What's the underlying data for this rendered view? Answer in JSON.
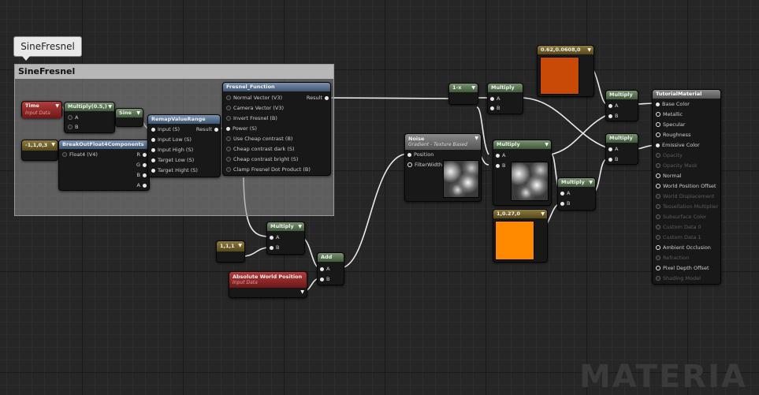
{
  "tooltip": "SineFresnel",
  "comment": {
    "title": "SineFresnel"
  },
  "nodes": {
    "time": {
      "title": "Time",
      "subtitle": "Input Data"
    },
    "multiply05": {
      "title": "Multiply(0.5,)",
      "pins": [
        "A",
        "B"
      ]
    },
    "sine": {
      "title": "Sine"
    },
    "remap": {
      "title": "RemapValueRange",
      "inputs": [
        "Input (S)",
        "Input Low (S)",
        "Input High (S)",
        "Target Low (S)",
        "Target Hight (S)"
      ],
      "output": "Result"
    },
    "const4": {
      "title": "-1,1,0,3"
    },
    "breakout": {
      "title": "BreakOutFloat4Components",
      "input": "Float4 (V4)",
      "outputs": [
        "R",
        "G",
        "B",
        "A"
      ]
    },
    "fresnel": {
      "title": "Fresnel_Function",
      "inputs": [
        "Normal Vector (V3)",
        "Camera Vector (V3)",
        "Invert Fresnel (B)",
        "Power (S)",
        "Use Cheap contrast (B)",
        "Cheap contrast dark (S)",
        "Cheap contrast bright (S)",
        "Clamp Fresnel Dot Product (B)"
      ],
      "output": "Result"
    },
    "oneminus": {
      "title": "1-x"
    },
    "multiply_a": {
      "title": "Multiply",
      "pins": [
        "A",
        "B"
      ]
    },
    "color1": {
      "title": "0.62,0.0608,0",
      "color": "#c84a06"
    },
    "multiply_b": {
      "title": "Multiply",
      "pins": [
        "A",
        "B"
      ]
    },
    "multiply_c": {
      "title": "Multiply",
      "pins": [
        "A",
        "B"
      ]
    },
    "multiply_d": {
      "title": "Multiply",
      "pins": [
        "A",
        "B"
      ]
    },
    "multiply_e": {
      "title": "Multiply",
      "pins": [
        "A",
        "B"
      ]
    },
    "noise": {
      "title": "Noise",
      "subtitle": "Gradient - Texture Based",
      "inputs": [
        "Position",
        "FilterWidth"
      ]
    },
    "color2": {
      "title": "1,0.27,0",
      "color": "#ff8a00"
    },
    "multiply_f": {
      "title": "Multiply",
      "pins": [
        "A",
        "B"
      ]
    },
    "const3": {
      "title": "1,1,1"
    },
    "add": {
      "title": "Add",
      "pins": [
        "A",
        "B"
      ]
    },
    "worldpos": {
      "title": "Absolute World Position",
      "subtitle": "Input Data"
    },
    "material": {
      "title": "TutorialMaterial",
      "inputs": [
        {
          "label": "Base Color",
          "enabled": true
        },
        {
          "label": "Metallic",
          "enabled": true
        },
        {
          "label": "Specular",
          "enabled": true
        },
        {
          "label": "Roughness",
          "enabled": true
        },
        {
          "label": "Emissive Color",
          "enabled": true
        },
        {
          "label": "Opacity",
          "enabled": false
        },
        {
          "label": "Opacity Mask",
          "enabled": false
        },
        {
          "label": "Normal",
          "enabled": true
        },
        {
          "label": "World Position Offset",
          "enabled": true
        },
        {
          "label": "World Displacement",
          "enabled": false
        },
        {
          "label": "Tessellation Multiplier",
          "enabled": false
        },
        {
          "label": "Subsurface Color",
          "enabled": false
        },
        {
          "label": "Custom Data 0",
          "enabled": false
        },
        {
          "label": "Custom Data 1",
          "enabled": false
        },
        {
          "label": "Ambient Occlusion",
          "enabled": true
        },
        {
          "label": "Refraction",
          "enabled": false
        },
        {
          "label": "Pixel Depth Offset",
          "enabled": true
        },
        {
          "label": "Shading Model",
          "enabled": false
        }
      ]
    }
  },
  "watermark": "MATERIA"
}
